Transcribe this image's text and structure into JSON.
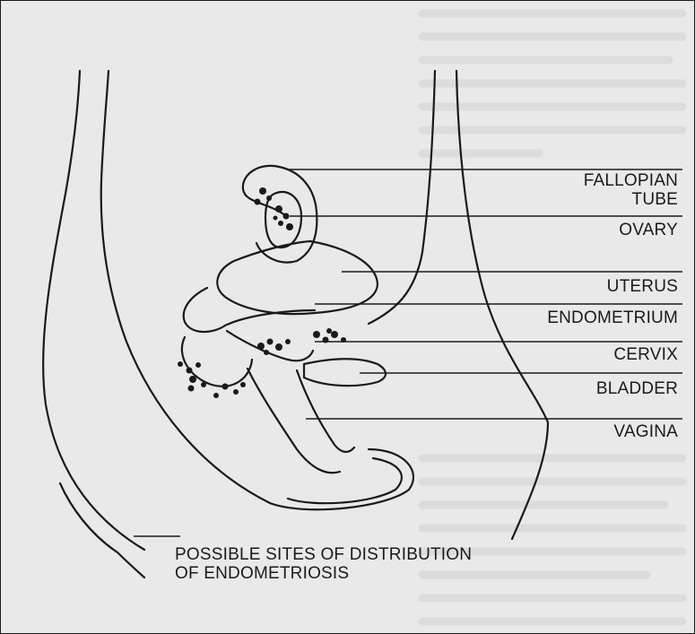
{
  "labels": {
    "fallopian_tube_line1": "FALLOPIAN",
    "fallopian_tube_line2": "TUBE",
    "ovary": "OVARY",
    "uterus": "UTERUS",
    "endometrium": "ENDOMETRIUM",
    "cervix": "CERVIX",
    "bladder": "BLADDER",
    "vagina": "VAGINA"
  },
  "caption": {
    "line1": "POSSIBLE SITES OF DISTRIBUTION",
    "line2": "OF ENDOMETRIOSIS"
  },
  "colors": {
    "ink": "#1a1a1a",
    "paper": "#e9e9e9",
    "faint_text": "#cfcfcf"
  }
}
